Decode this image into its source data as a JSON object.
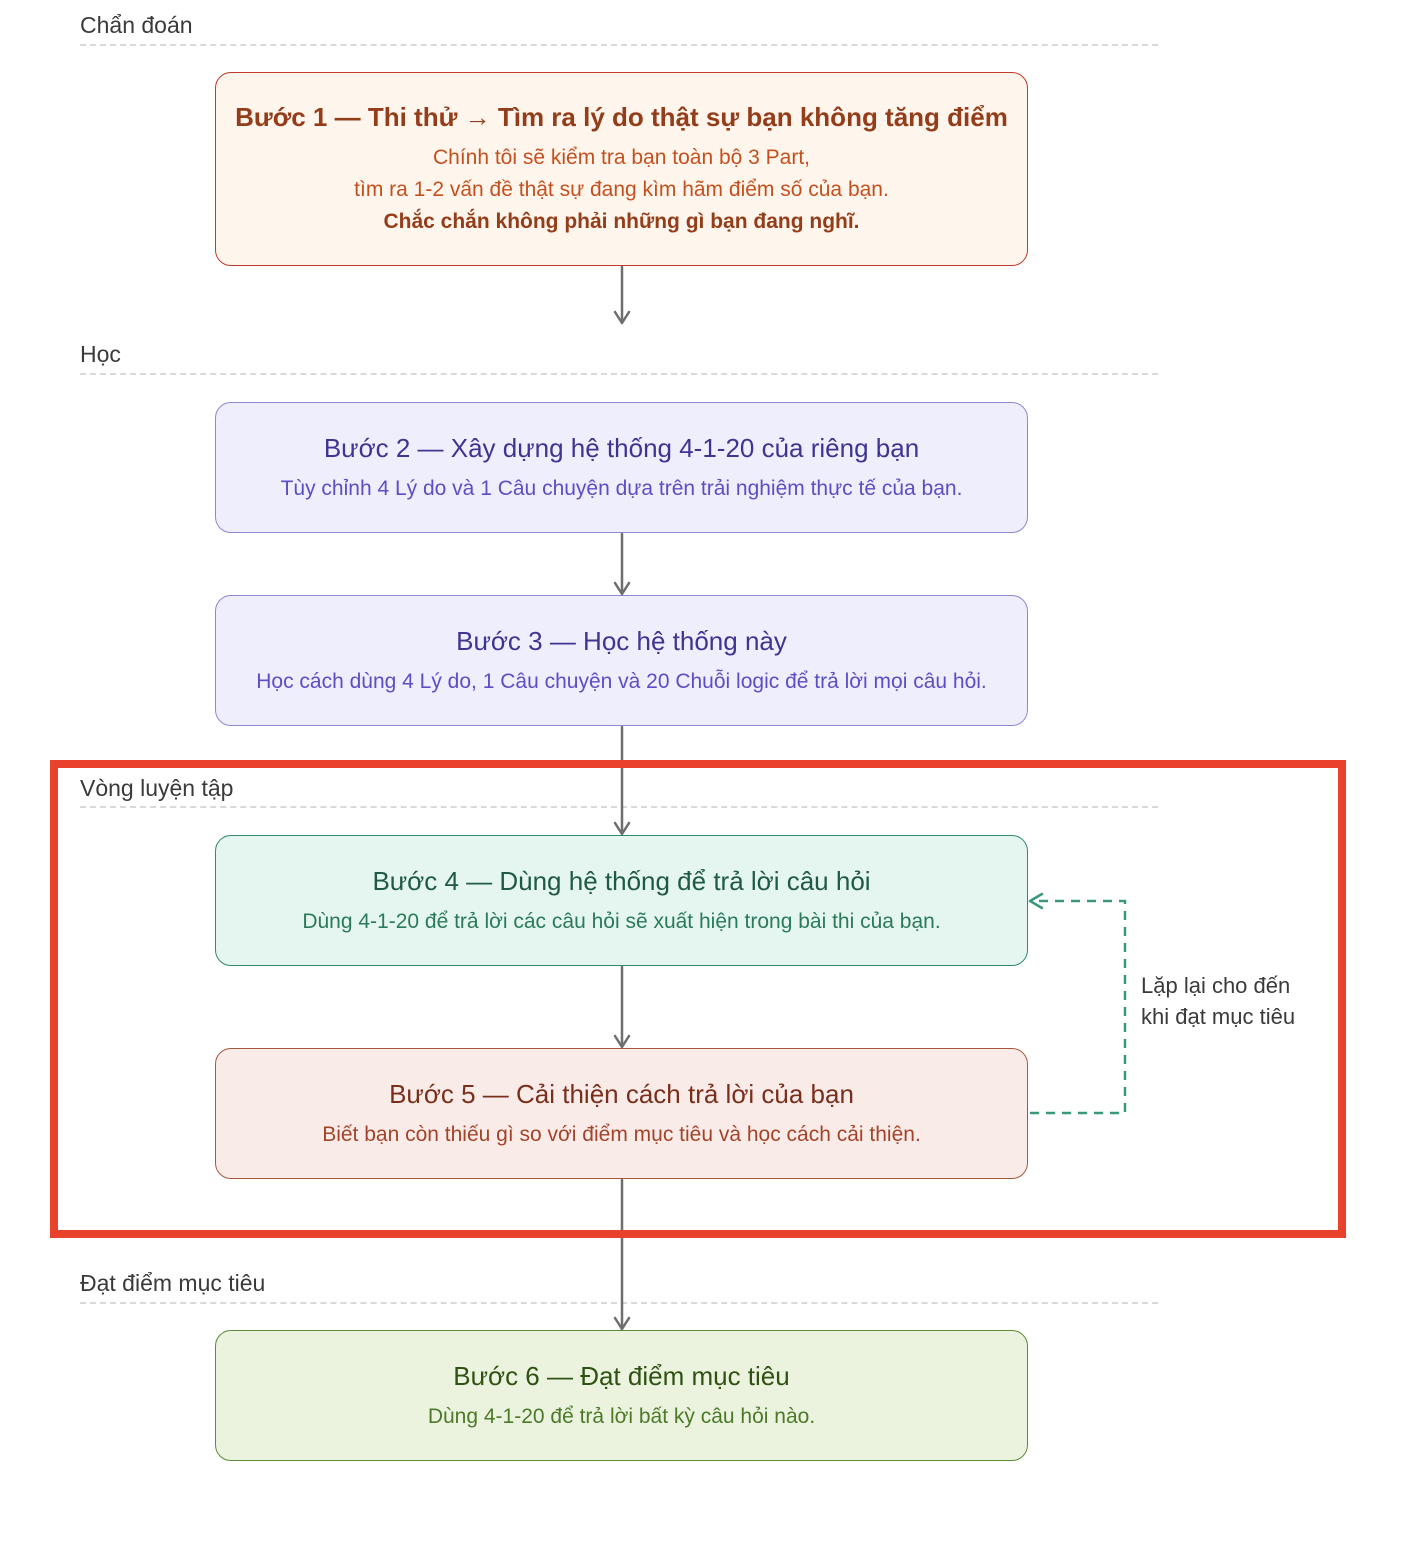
{
  "sections": {
    "diagnosis": "Chẩn đoán",
    "learn": "Học",
    "practice": "Vòng luyện tập",
    "target": "Đạt điểm mục tiêu"
  },
  "steps": [
    {
      "title": "Bước 1 — Thi thử → Tìm ra lý do thật sự bạn không tăng điểm",
      "lines": [
        "Chính tôi sẽ kiểm tra bạn toàn bộ 3 Part,",
        "tìm ra 1-2 vấn đề thật sự đang kìm hãm điểm số của bạn.",
        "Chắc chắn không phải những gì bạn đang nghĩ."
      ]
    },
    {
      "title": "Bước 2 — Xây dựng hệ thống 4-1-20 của riêng bạn",
      "lines": [
        "Tùy chỉnh 4 Lý do và 1 Câu chuyện dựa trên trải nghiệm thực tế của bạn."
      ]
    },
    {
      "title": "Bước 3 — Học hệ thống này",
      "lines": [
        "Học cách dùng 4 Lý do, 1 Câu chuyện và 20 Chuỗi logic để trả lời mọi câu hỏi."
      ]
    },
    {
      "title": "Bước 4 — Dùng hệ thống để trả lời câu hỏi",
      "lines": [
        "Dùng 4-1-20 để trả lời các câu hỏi sẽ xuất hiện trong bài thi của bạn."
      ]
    },
    {
      "title": "Bước 5 — Cải thiện cách trả lời của bạn",
      "lines": [
        "Biết bạn còn thiếu gì so với điểm mục tiêu và học cách cải thiện."
      ]
    },
    {
      "title": "Bước 6 — Đạt điểm mục tiêu",
      "lines": [
        "Dùng 4-1-20 để trả lời bất kỳ câu hỏi nào."
      ]
    }
  ],
  "loop": {
    "line1": "Lặp lại cho đến",
    "line2": "khi đạt mục tiêu"
  },
  "colors": {
    "step1": {
      "bg": "#fef6ec",
      "border": "#c0392b",
      "title": "#943d1a",
      "text": "#c5501f"
    },
    "learn": {
      "bg": "#efeefc",
      "border": "#8e86d6",
      "title": "#3d3591",
      "text": "#5a4fc4"
    },
    "practice": {
      "bg": "#e5f5ef",
      "border": "#2f8a6a",
      "title": "#1f5a45",
      "text": "#2a7a5c"
    },
    "improve": {
      "bg": "#f9ece8",
      "border": "#a5583e",
      "title": "#7a2f1c",
      "text": "#a3442a"
    },
    "goal": {
      "bg": "#ebf3df",
      "border": "#5e8a3a",
      "title": "#2f5212",
      "text": "#4c7a28"
    },
    "loop_arrow": "#3a9a78",
    "highlight": "#e8412c"
  }
}
